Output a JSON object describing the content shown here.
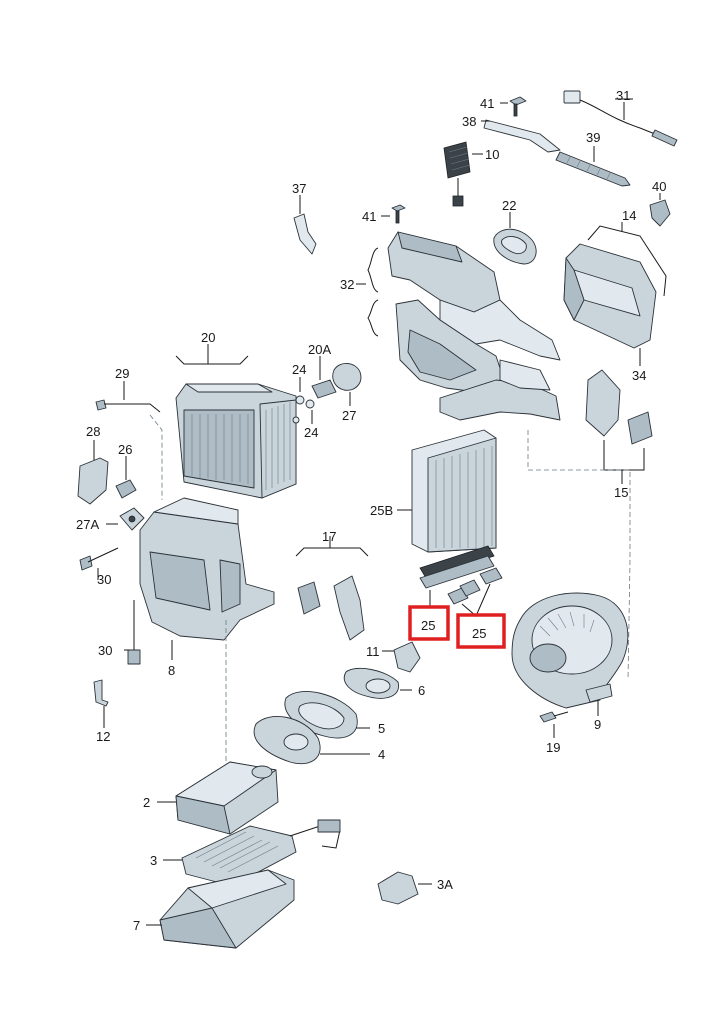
{
  "diagram": {
    "labels": {
      "p41a": "41",
      "p31": "31",
      "p38": "38",
      "p10": "10",
      "p39": "39",
      "p37": "37",
      "p40": "40",
      "p41b": "41",
      "p22": "22",
      "p14": "14",
      "p32": "32",
      "p20": "20",
      "p20a": "20A",
      "p24a": "24",
      "p24b": "24",
      "p27": "27",
      "p29": "29",
      "p34": "34",
      "p28": "28",
      "p26": "26",
      "p15": "15",
      "p25b": "25B",
      "p27a": "27A",
      "p17": "17",
      "p30a": "30",
      "p25a": "25",
      "p25c": "25",
      "p11": "11",
      "p30b": "30",
      "p8": "8",
      "p6": "6",
      "p9": "9",
      "p5": "5",
      "p12": "12",
      "p4": "4",
      "p19": "19",
      "p2": "2",
      "p3": "3",
      "p3a": "3A",
      "p7": "7"
    },
    "highlight_color": "#e02020",
    "part_color": "#c9d4db"
  }
}
